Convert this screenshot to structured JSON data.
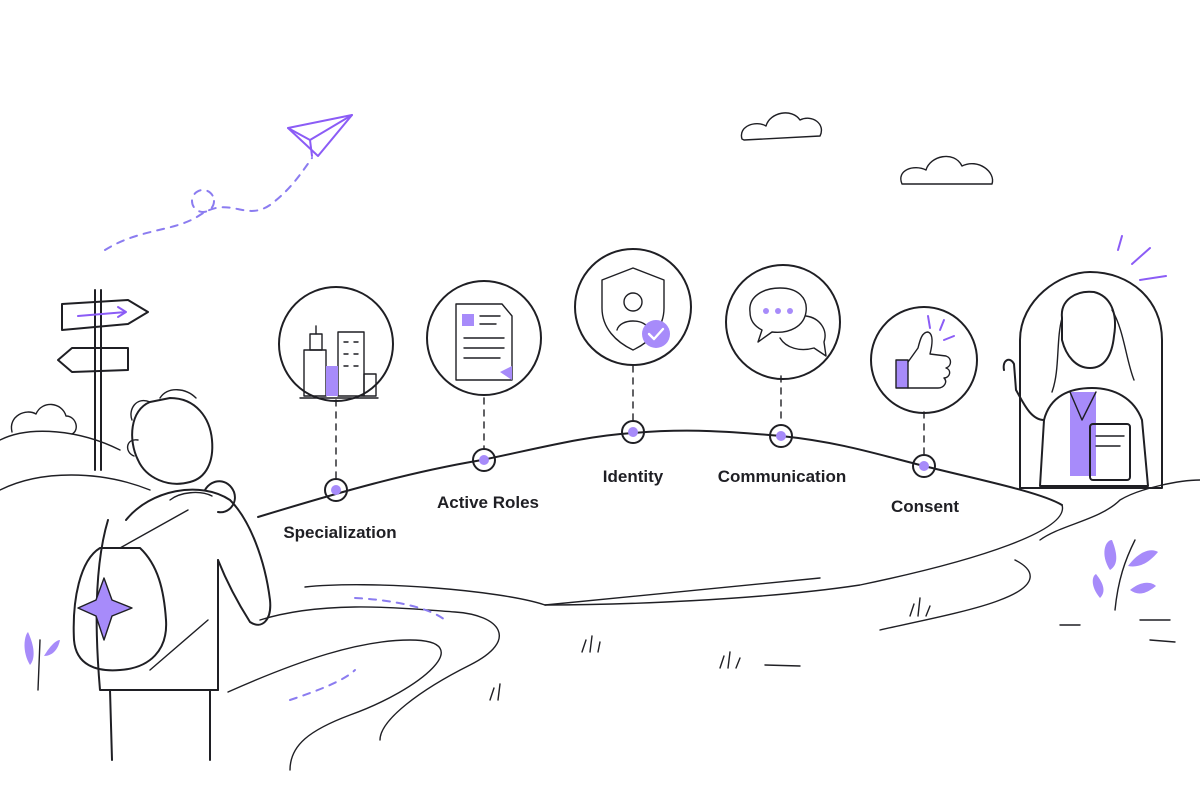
{
  "diagram": {
    "colors": {
      "ink": "#1f1f24",
      "accent": "#a78bfa",
      "accent_dark": "#8b5cf6"
    },
    "milestones": [
      {
        "label": "Specialization",
        "icon": "buildings-icon"
      },
      {
        "label": "Active Roles",
        "icon": "document-icon"
      },
      {
        "label": "Identity",
        "icon": "shield-user-check-icon"
      },
      {
        "label": "Communication",
        "icon": "chat-bubbles-icon"
      },
      {
        "label": "Consent",
        "icon": "thumbs-up-icon"
      }
    ]
  }
}
